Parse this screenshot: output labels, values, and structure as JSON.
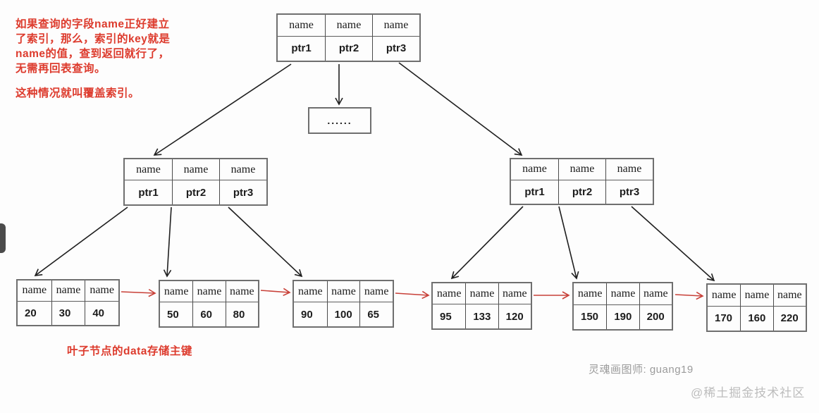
{
  "annotations": {
    "note_lines": [
      "如果查询的字段name正好建立",
      "了索引，那么，索引的key就是",
      "name的值，查到返回就行了，",
      "无需再回表查询。"
    ],
    "note_term": "这种情况就叫覆盖索引。",
    "leaf_note": "叶子节点的data存储主键",
    "credit": "灵魂画图师: guang19",
    "watermark": "@稀土掘金技术社区"
  },
  "colors": {
    "annotation_red": "#dd3b2d",
    "arrow_red": "#c84038",
    "arrow_black": "#1f1f1f",
    "box_border_gray": "#6f6f6f",
    "credit_gray": "#9b9b9b",
    "watermark_gray": "#bdbdbd"
  },
  "nodes": {
    "root": {
      "keys": [
        "name",
        "name",
        "name"
      ],
      "values": [
        "ptr1",
        "ptr2",
        "ptr3"
      ]
    },
    "ellipsis": {
      "label": "......"
    },
    "internal_left": {
      "keys": [
        "name",
        "name",
        "name"
      ],
      "values": [
        "ptr1",
        "ptr2",
        "ptr3"
      ]
    },
    "internal_right": {
      "keys": [
        "name",
        "name",
        "name"
      ],
      "values": [
        "ptr1",
        "ptr2",
        "ptr3"
      ]
    },
    "leaf1": {
      "keys": [
        "name",
        "name",
        "name"
      ],
      "values": [
        "20",
        "30",
        "40"
      ]
    },
    "leaf2": {
      "keys": [
        "name",
        "name",
        "name"
      ],
      "values": [
        "50",
        "60",
        "80"
      ]
    },
    "leaf3": {
      "keys": [
        "name",
        "name",
        "name"
      ],
      "values": [
        "90",
        "100",
        "65"
      ]
    },
    "leaf4": {
      "keys": [
        "name",
        "name",
        "name"
      ],
      "values": [
        "95",
        "133",
        "120"
      ]
    },
    "leaf5": {
      "keys": [
        "name",
        "name",
        "name"
      ],
      "values": [
        "150",
        "190",
        "200"
      ]
    },
    "leaf6": {
      "keys": [
        "name",
        "name",
        "name"
      ],
      "values": [
        "170",
        "160",
        "220"
      ]
    }
  }
}
